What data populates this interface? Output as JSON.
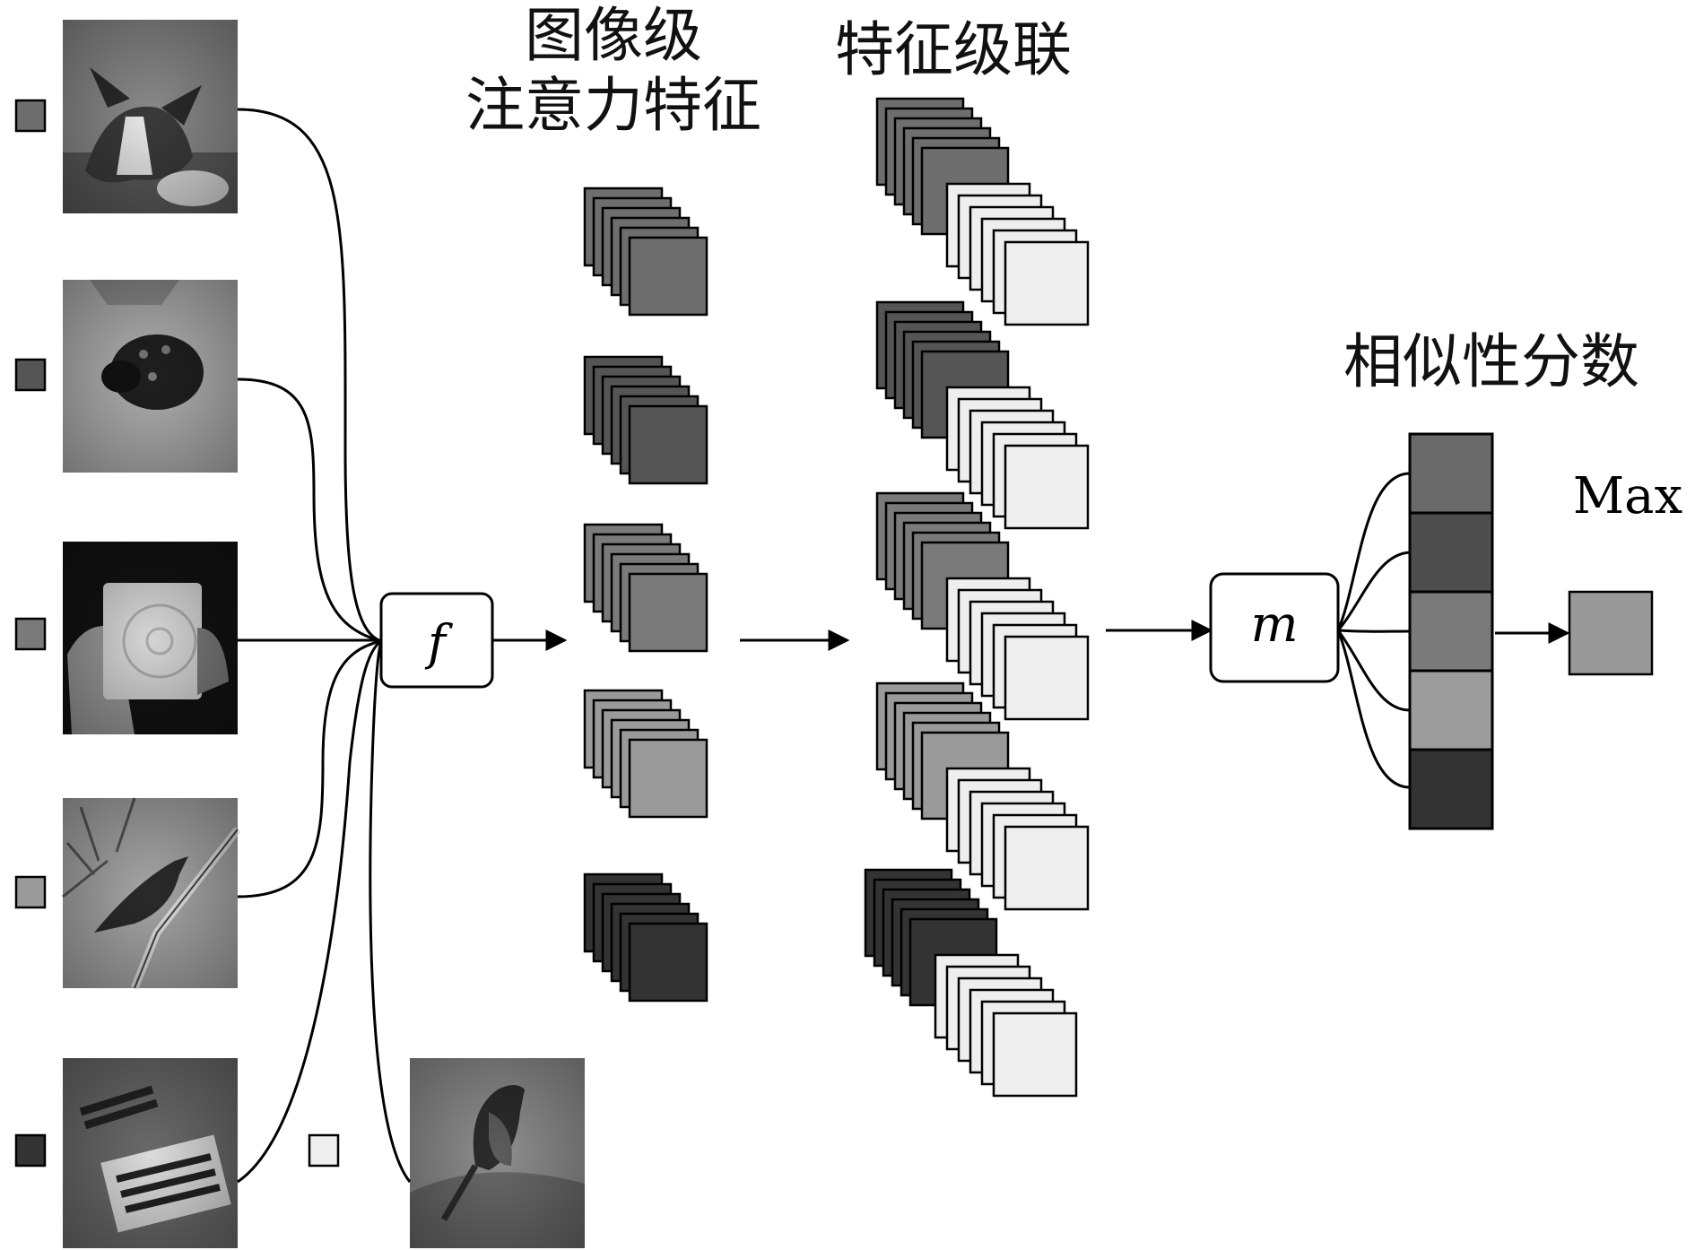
{
  "labels": {
    "image_attention": [
      "图像级",
      "注意力特征"
    ],
    "feature_concat": "特征级联",
    "similarity": "相似性分数",
    "max": "Max",
    "f": "f",
    "m": "m"
  },
  "support_images": [
    {
      "subject": "dog",
      "color": "#6e6e6e"
    },
    {
      "subject": "ladybug",
      "color": "#555555"
    },
    {
      "subject": "ipod",
      "color": "#7a7a7a"
    },
    {
      "subject": "bird-on-branch",
      "color": "#9a9a9a"
    },
    {
      "subject": "harmonica",
      "color": "#333333"
    }
  ],
  "query_image": {
    "subject": "robin",
    "color": "#eeeeee"
  },
  "score_colors": [
    "#6a6a6a",
    "#4e4e4e",
    "#7a7a7a",
    "#9c9c9c",
    "#333333"
  ],
  "max_color": "#999999",
  "concat_query_color": "#eeeeee",
  "icons": [
    "arrow-right-icon"
  ]
}
